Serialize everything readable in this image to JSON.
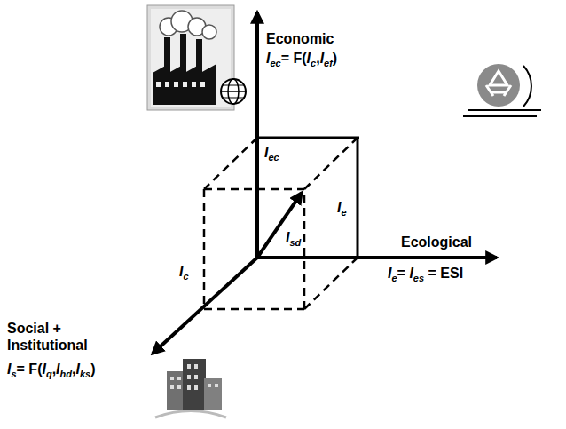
{
  "diagram": {
    "labels": [
      "Economic",
      "Iec= F(Ic,Ief)",
      "Iec",
      "Ie",
      "Isd",
      "Ic",
      "Ecological",
      "Ie= Ies = ESI",
      "Social + Institutional",
      "Is= F(Iq,Ihd,Iks)"
    ]
  }
}
